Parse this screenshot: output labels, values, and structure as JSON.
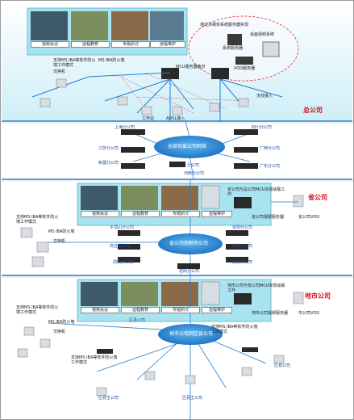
{
  "sections": {
    "hq": {
      "title": "总公司",
      "cloud": "总部到省公司网络",
      "photos": [
        "视频会议",
        "远程教育",
        "专题研讨",
        "远程维护"
      ],
      "top_note": "通过多媒体系统服务器实现",
      "labels": {
        "desktop": "桌面视频系统",
        "sys_server": "系统服务器",
        "vod_server": "VOD服务器",
        "mcu_backup": "MCU服务器备份",
        "workstation": "工作站",
        "adsl": "ADSL接入",
        "wireless": "无线接入",
        "firewall_note": "支持MS IBA等软件防火墙工作模式",
        "firewall": "MS IBA防火墙",
        "switch": "交换机"
      },
      "branches": [
        "上海分公司",
        "四川分公司",
        "江苏分公司",
        "广西分公司",
        "新疆分公司",
        "分公司",
        "广东分公司",
        "河南分公司"
      ]
    },
    "province": {
      "title": "省公司",
      "cloud": "省公司到地市公司",
      "photos": [
        "视频会议",
        "远程教育",
        "专题研讨",
        "远程维护"
      ],
      "labels": {
        "mcu_note": "省公司与总公司MCU实现级联工作",
        "vod": "省公司视频服务器",
        "vod2": "省公司VOD",
        "firewall_note": "支持MS IBA等软件防火墙工作模式",
        "firewall": "MS IBA防火墙",
        "switch": "交换机"
      },
      "branches": [
        "平顶山分公司",
        "安阳分公司",
        "商丘分公司",
        "焦作分公司",
        "周口分公司",
        "洛阳分公司",
        "信阳分公司"
      ]
    },
    "city": {
      "title": "地市公司",
      "cloud": "地市公司到区县公司",
      "photos": [
        "视频会议",
        "远程教育",
        "专题研讨",
        "远程维护"
      ],
      "labels": {
        "mcu_note": "地市公司与省公司MCU实现级联工作",
        "vod": "地市公司视频服务器",
        "vod2": "市公司VOD",
        "firewall_note": "支持MS IBA等软件防火墙工作模式",
        "firewall": "MS IBA防火墙",
        "switch": "交换机",
        "firewall_note2": "支持MS IBA等软件防火墙工作模式",
        "firewall_note3": "支持MS IBA等软件防火墙工作模式"
      },
      "branches": [
        "区县公司",
        "区县公司",
        "区县主公司",
        "区县主公司"
      ]
    }
  },
  "colors": {
    "line": "#1f7fcf",
    "cloud": "#1f7fcf",
    "panel_bg": "#a9e3f0",
    "title_red": "#d0101a",
    "hq_bg": "#e0f5fb"
  }
}
